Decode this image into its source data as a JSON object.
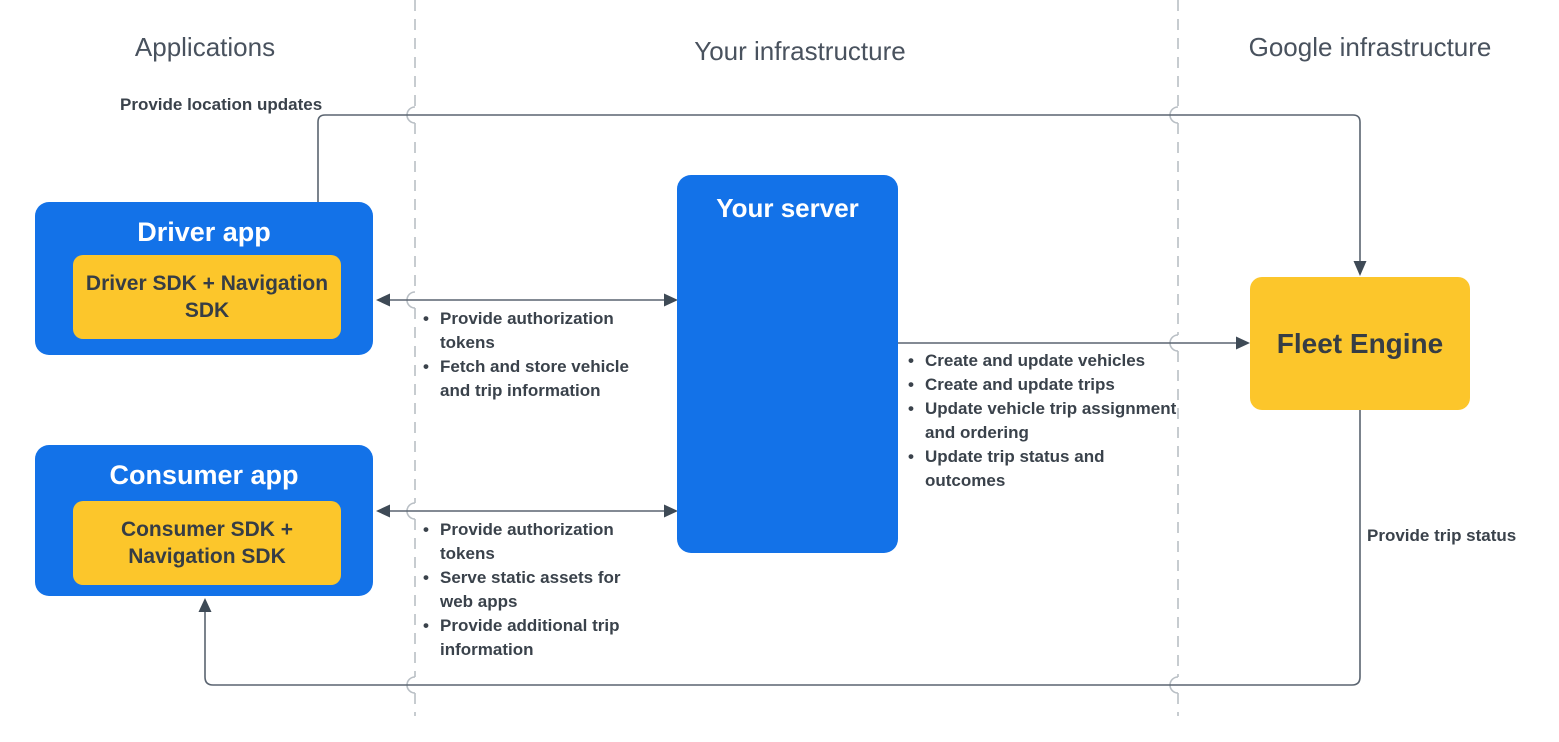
{
  "bullet_char": "•",
  "colors": {
    "blue": "#1372e8",
    "yellow": "#fcc62b",
    "line": "#5a6470",
    "arrowhead": "#3e4a56",
    "dashed_divider": "#b9bfc5",
    "header_text": "#49525e",
    "label_text": "#3a424b",
    "text_on_yellow": "#363d45",
    "text_on_blue": "#ffffff"
  },
  "lanes": [
    {
      "label": "Applications"
    },
    {
      "label": "Your infrastructure"
    },
    {
      "label": "Google infrastructure"
    }
  ],
  "nodes": {
    "driver_app": {
      "title": "Driver app",
      "sdk": "Driver SDK + Navigation SDK"
    },
    "consumer_app": {
      "title": "Consumer app",
      "sdk": "Consumer SDK + Navigation SDK"
    },
    "your_server": {
      "title": "Your server"
    },
    "fleet_engine": {
      "title": "Fleet Engine"
    }
  },
  "edges": {
    "provide_location_updates": {
      "label": "Provide location updates"
    },
    "provide_trip_status": {
      "label": "Provide trip status"
    },
    "driver_server": {
      "points": [
        "Provide authorization tokens",
        "Fetch and store vehicle and trip information"
      ]
    },
    "consumer_server": {
      "points": [
        "Provide authorization tokens",
        "Serve static assets for web apps",
        "Provide additional trip information"
      ]
    },
    "server_fleet": {
      "points": [
        "Create and update vehicles",
        "Create and update trips",
        "Update vehicle trip assignment and ordering",
        "Update trip status and outcomes"
      ]
    }
  }
}
